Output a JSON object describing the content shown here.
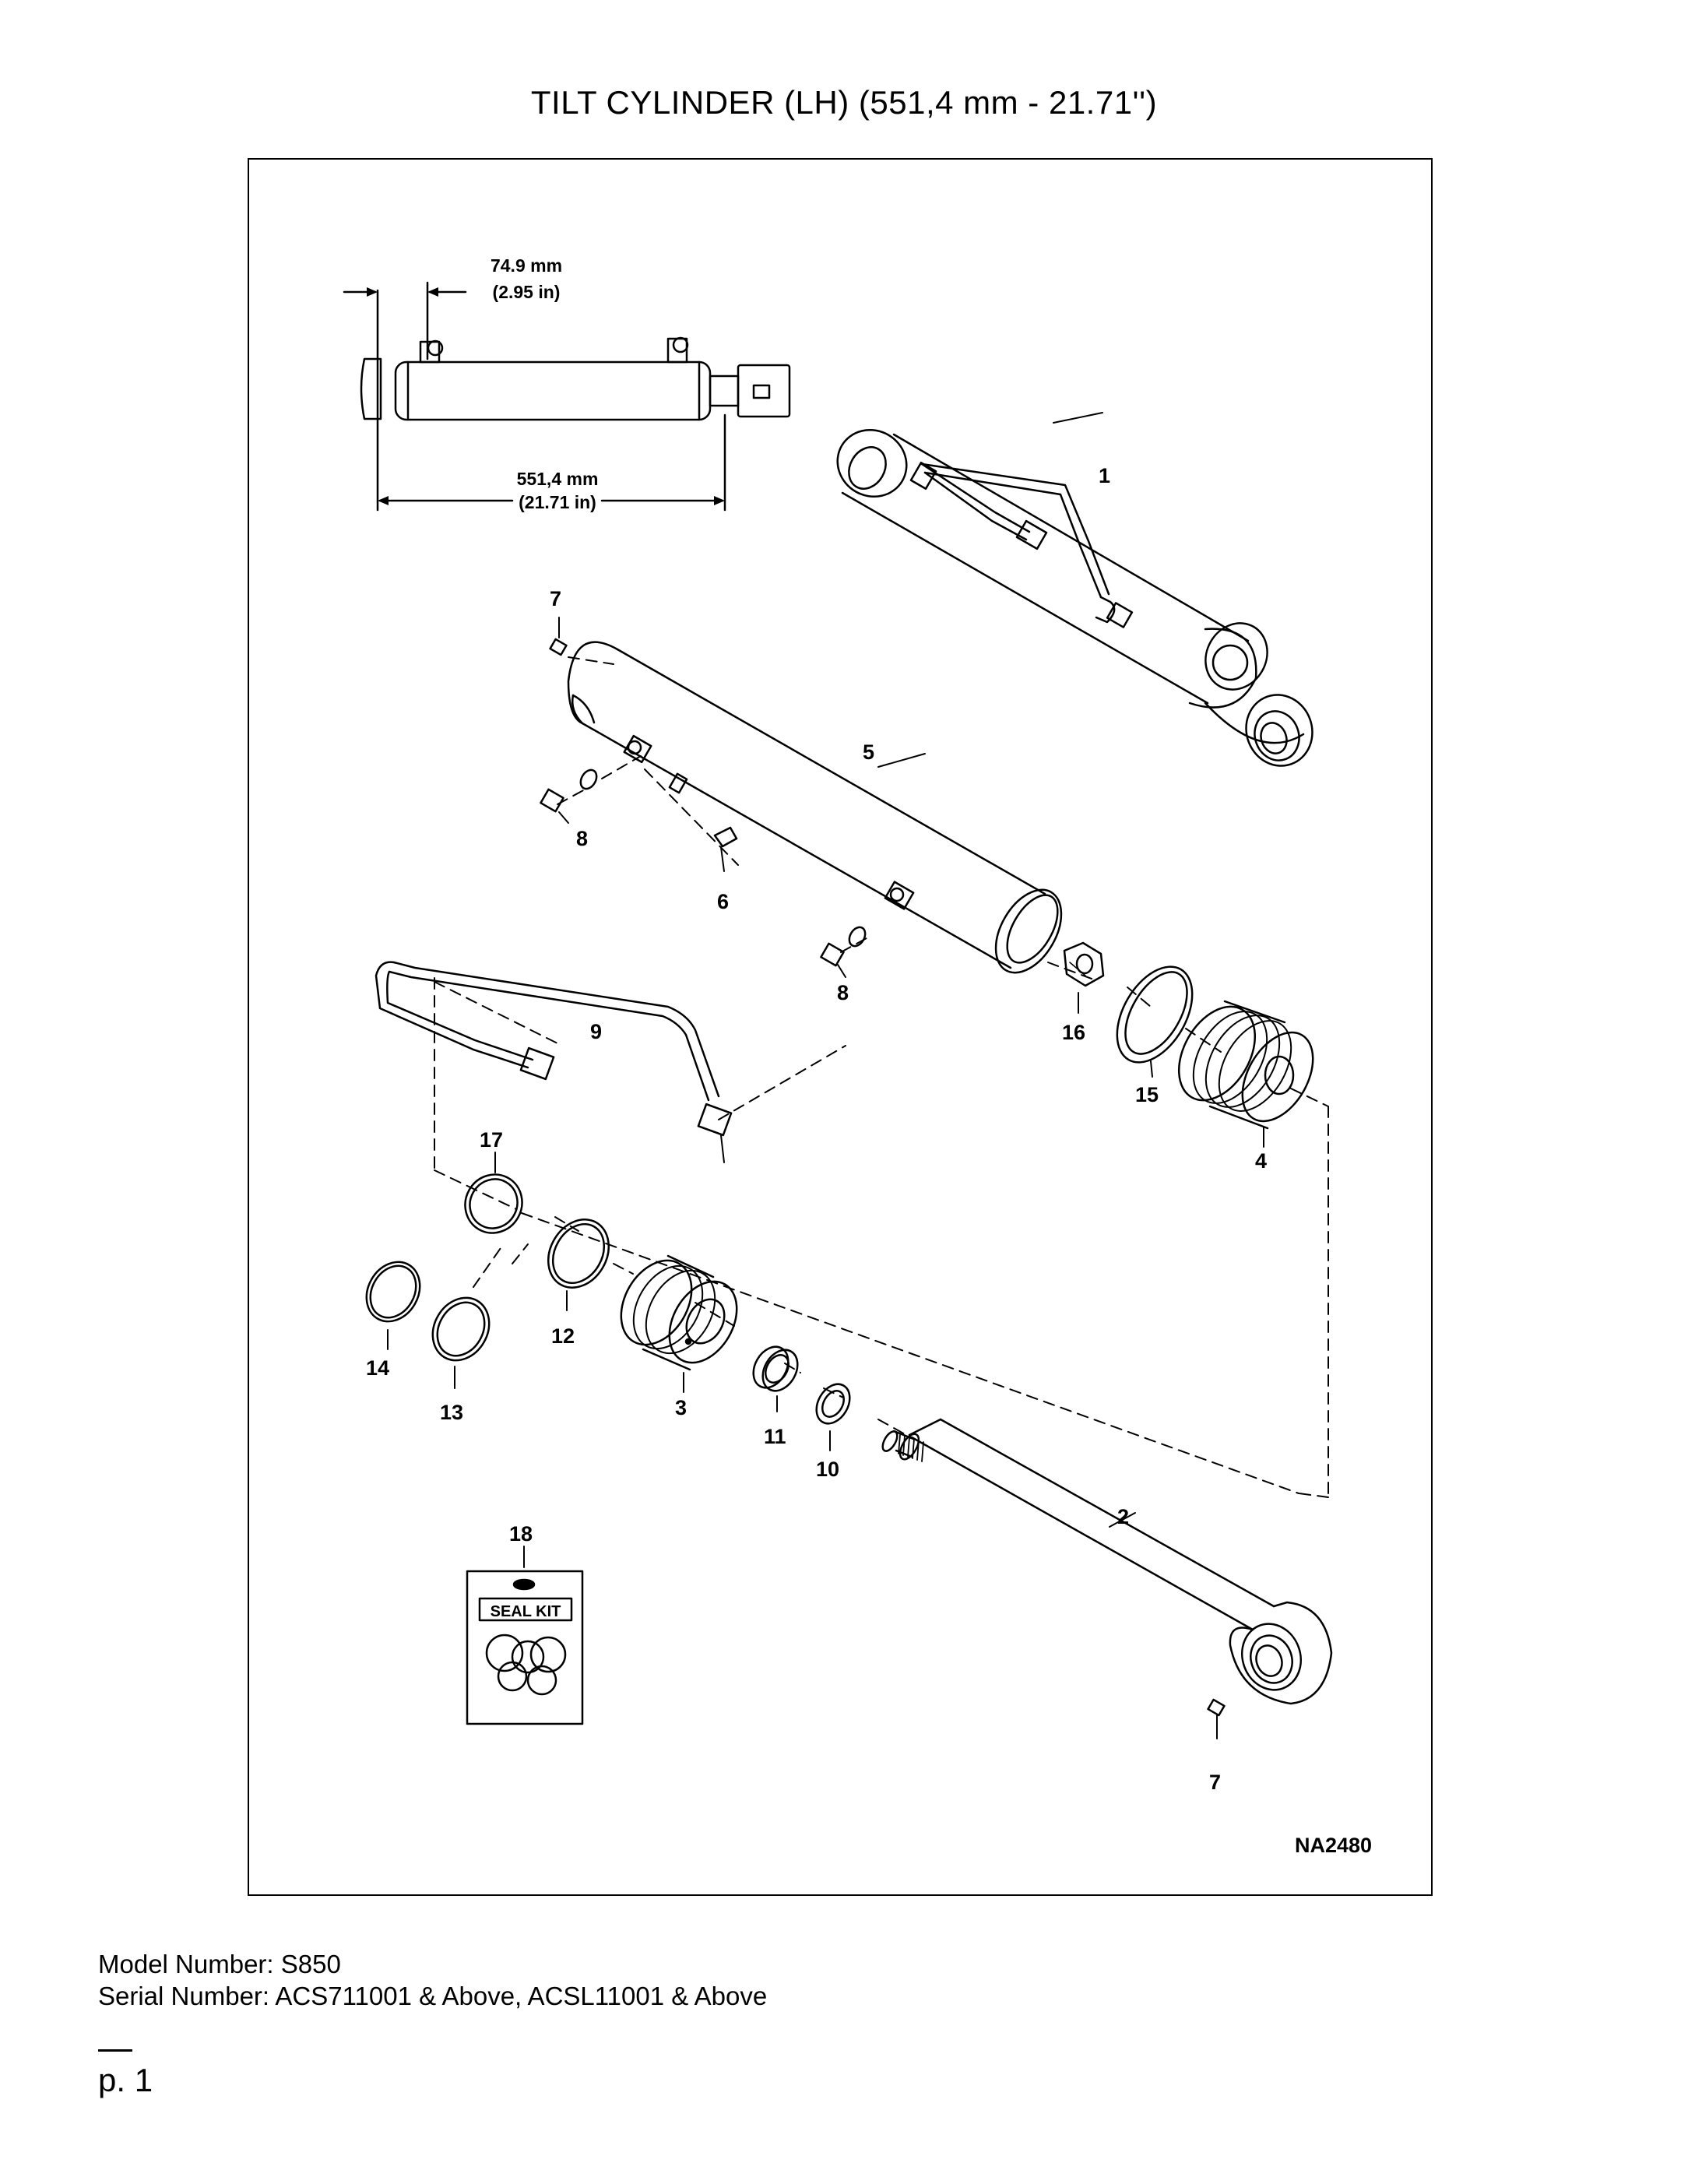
{
  "title": "TILT CYLINDER (LH) (551,4 mm - 21.71'')",
  "diagram": {
    "dimensions": {
      "top_mm": "74.9 mm",
      "top_in": "(2.95 in)",
      "length_mm": "551,4 mm",
      "length_in": "(21.71 in)"
    },
    "callouts": {
      "c1": "1",
      "c2": "2",
      "c3": "3",
      "c4": "4",
      "c5": "5",
      "c6": "6",
      "c7a": "7",
      "c7b": "7",
      "c8a": "8",
      "c8b": "8",
      "c9": "9",
      "c10": "10",
      "c11": "11",
      "c12": "12",
      "c13": "13",
      "c14": "14",
      "c15": "15",
      "c16": "16",
      "c17": "17",
      "c18": "18"
    },
    "seal_kit_label": "SEAL KIT",
    "figure_id": "NA2480"
  },
  "footer": {
    "model": "Model Number: S850",
    "serial": "Serial Number: ACS711001 & Above, ACSL11001 & Above"
  },
  "page": "p. 1"
}
